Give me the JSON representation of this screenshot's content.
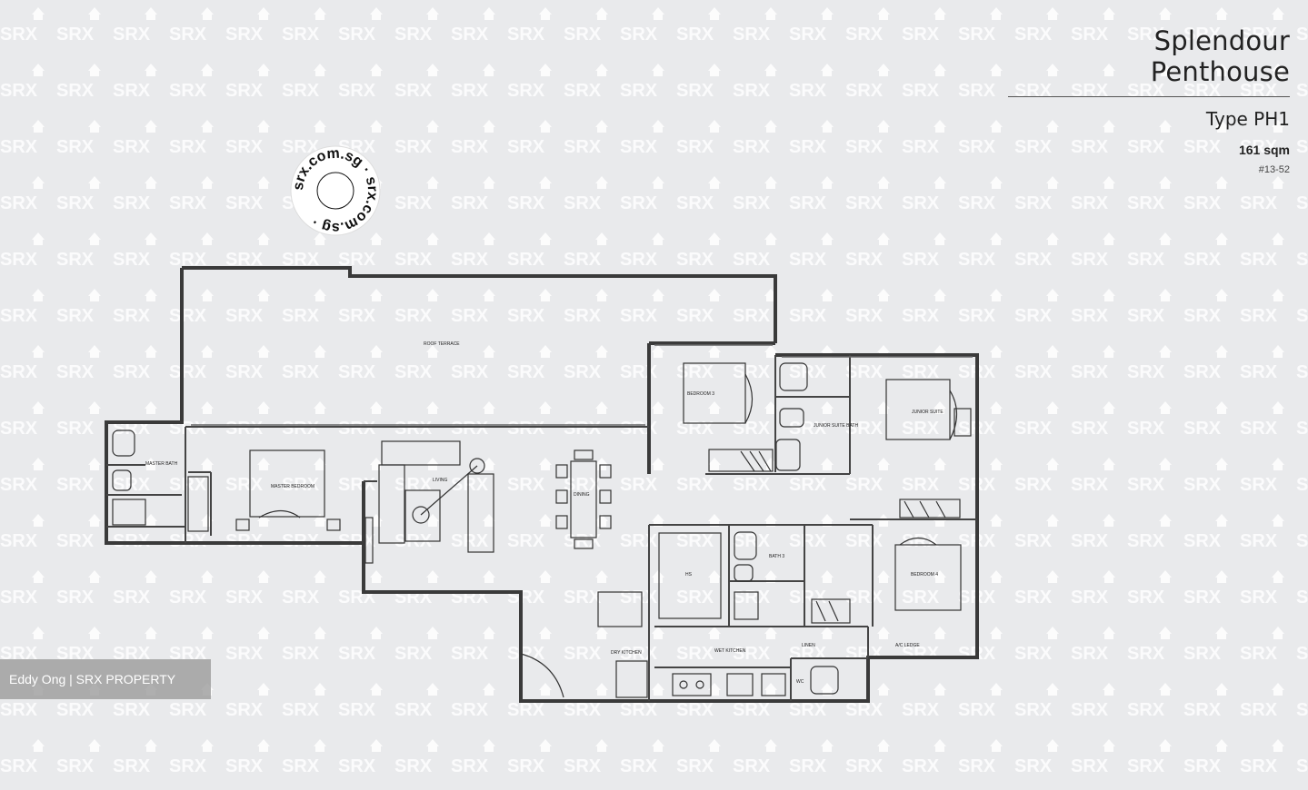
{
  "header": {
    "title": "Splendour Penthouse",
    "type": "Type PH1",
    "area": "161 sqm",
    "unit": "#13-52"
  },
  "stamp": {
    "text": "srx.com.sg · srx.com.sg ·"
  },
  "watermark": {
    "text": "SRX"
  },
  "rooms": {
    "roof_terrace": "ROOF TERRACE",
    "master_bath": "MASTER BATH",
    "master_bedroom": "MASTER BEDROOM",
    "living": "LIVING",
    "dining": "DINING",
    "bedroom_3": "BEDROOM 3",
    "junior_suite_bath": "JUNIOR SUITE BATH",
    "junior_suite": "JUNIOR SUITE",
    "hs": "HS",
    "bath_3": "BATH 3",
    "bedroom_4": "BEDROOM 4",
    "dry_kitchen": "DRY KITCHEN",
    "wet_kitchen": "WET KITCHEN",
    "linen": "LINEN",
    "ac_ledge": "A/C LEDGE",
    "wc": "WC"
  },
  "agent": {
    "label": "Eddy Ong | SRX PROPERTY"
  },
  "colors": {
    "background": "#e9eaec",
    "ink": "#3a3a3a",
    "watermark": "#ffffff"
  }
}
